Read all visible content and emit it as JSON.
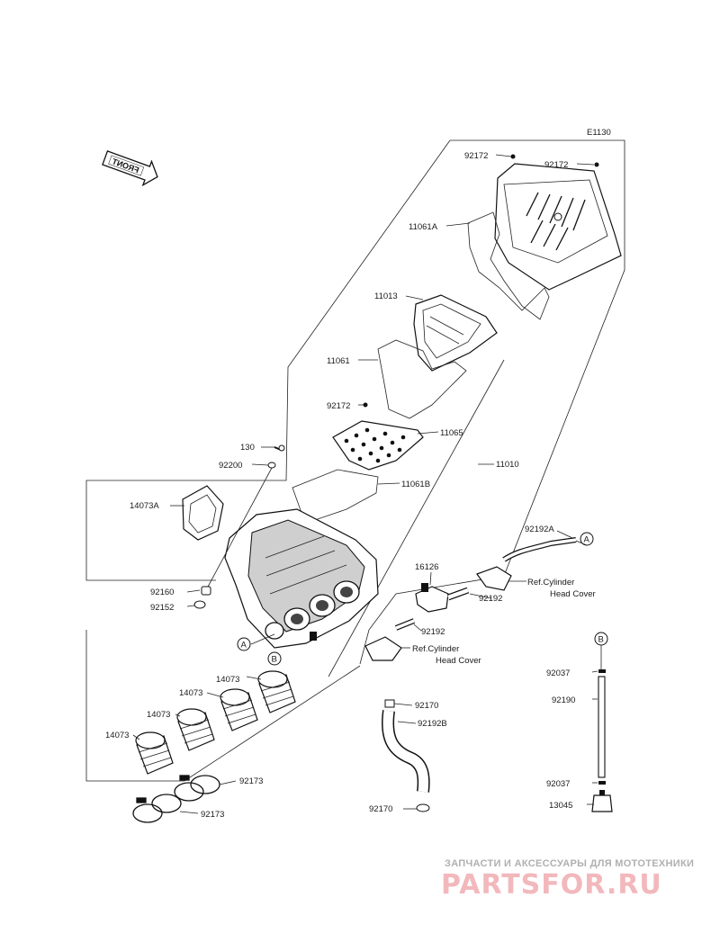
{
  "diagram_code": "E1130",
  "front_label": "FRONT",
  "labels": {
    "p92172_a": "92172",
    "p92172_b": "92172",
    "p11061A": "11061A",
    "p11013": "11013",
    "p11061": "11061",
    "p92172_c": "92172",
    "p11065": "11065",
    "p130": "130",
    "p92200": "92200",
    "p11061B": "11061B",
    "p11010": "11010",
    "p14073A": "14073A",
    "p92192A": "92192A",
    "p16126": "16126",
    "p92192": "92192",
    "p92192_b": "92192",
    "p92160": "92160",
    "p92152": "92152",
    "p14073_a": "14073",
    "p14073_b": "14073",
    "p14073_c": "14073",
    "p14073_d": "14073",
    "p92170_a": "92170",
    "p92192B": "92192B",
    "p92173_a": "92173",
    "p92173_b": "92173",
    "p92170_b": "92170",
    "p92037_a": "92037",
    "p92190": "92190",
    "p92037_b": "92037",
    "p13045": "13045"
  },
  "references": {
    "ref1_line1": "Ref.Cylinder",
    "ref1_line2": "Head Cover",
    "ref2_line1": "Ref.Cylinder",
    "ref2_line2": "Head Cover"
  },
  "markers": {
    "a": "A",
    "b": "B"
  },
  "watermark": {
    "top": "ЗАПЧАСТИ И АКСЕССУАРЫ ДЛЯ МОТОТЕХНИКИ",
    "logo": "PARTSFOR.RU"
  }
}
